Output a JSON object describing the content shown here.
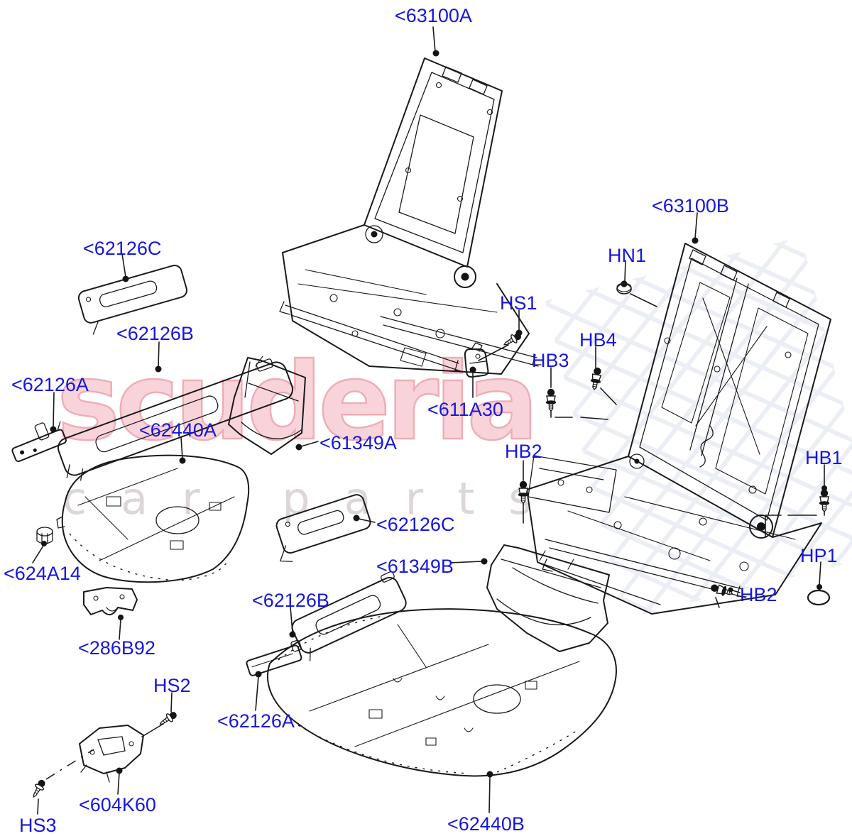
{
  "page": {
    "type": "seat-frame-exploded-parts-diagram",
    "background": "#ffffff"
  },
  "colors": {
    "label_blue": "#1717dd",
    "line_black": "#1a1a1a",
    "watermark_pink": "#f8d4da",
    "watermark_pink_edge": "#efadb5",
    "watermark_gray": "#dcd6d6",
    "checker_gray_blue": "#dbe1ec"
  },
  "watermark": {
    "line1": "scuderia",
    "line2": "car parts"
  },
  "labels": [
    {
      "id": "63100A",
      "text": "<63100A"
    },
    {
      "id": "63100B",
      "text": "<63100B"
    },
    {
      "id": "HN1",
      "text": "HN1"
    },
    {
      "id": "HS1",
      "text": "HS1"
    },
    {
      "id": "HB4",
      "text": "HB4"
    },
    {
      "id": "HB3",
      "text": "HB3"
    },
    {
      "id": "611A30",
      "text": "<611A30"
    },
    {
      "id": "HB2-upper",
      "text": "HB2"
    },
    {
      "id": "HB1",
      "text": "HB1"
    },
    {
      "id": "HP1",
      "text": "HP1"
    },
    {
      "id": "HB2-lower",
      "text": "HB2"
    },
    {
      "id": "62126C-1",
      "text": "<62126C"
    },
    {
      "id": "62126B-1",
      "text": "<62126B"
    },
    {
      "id": "62126A-1",
      "text": "<62126A"
    },
    {
      "id": "62440A",
      "text": "<62440A"
    },
    {
      "id": "624A14",
      "text": "<624A14"
    },
    {
      "id": "286B92",
      "text": "<286B92"
    },
    {
      "id": "HS2",
      "text": "HS2"
    },
    {
      "id": "604K60",
      "text": "<604K60"
    },
    {
      "id": "HS3",
      "text": "HS3"
    },
    {
      "id": "62126A-2",
      "text": "<62126A"
    },
    {
      "id": "62126B-2",
      "text": "<62126B"
    },
    {
      "id": "62126C-2",
      "text": "<62126C"
    },
    {
      "id": "61349B",
      "text": "<61349B"
    },
    {
      "id": "61349A",
      "text": "<61349A"
    },
    {
      "id": "62440B",
      "text": "<62440B"
    }
  ]
}
